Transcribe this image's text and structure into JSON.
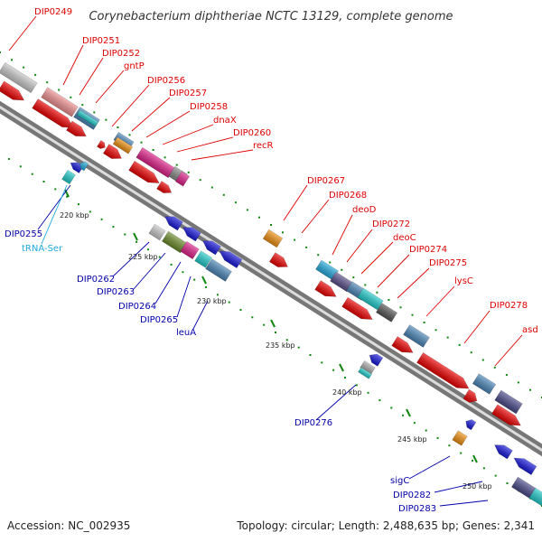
{
  "title": "Corynebacterium diphtheriae NCTC 13129, complete genome",
  "footer": {
    "accession": "Accession: NC_002935",
    "topology": "Topology: circular; Length: 2,488,635 bp; Genes: 2,341"
  },
  "colors": {
    "forward_label": "#dd0000",
    "reverse_label": "#0000aa",
    "rna_label": "#22aadd",
    "backbone": "#888888",
    "tick": "#118811"
  },
  "kbp_ticks": [
    "220 kbp",
    "225 kbp",
    "230 kbp",
    "235 kbp",
    "240 kbp",
    "245 kbp",
    "250 kbp"
  ],
  "gene_labels": {
    "forward": [
      "DIP0249",
      "DIP0251",
      "DIP0252",
      "gntP",
      "DIP0256",
      "DIP0257",
      "DIP0258",
      "dnaX",
      "DIP0260",
      "recR",
      "DIP0267",
      "DIP0268",
      "deoD",
      "DIP0272",
      "deoC",
      "DIP0274",
      "DIP0275",
      "lysC",
      "DIP0278",
      "asd"
    ],
    "reverse": [
      "DIP0255",
      "DIP0262",
      "DIP0263",
      "DIP0264",
      "DIP0265",
      "leuA",
      "DIP0276",
      "sigC",
      "DIP0282",
      "DIP0283"
    ],
    "rna": [
      "tRNA-Ser"
    ]
  }
}
